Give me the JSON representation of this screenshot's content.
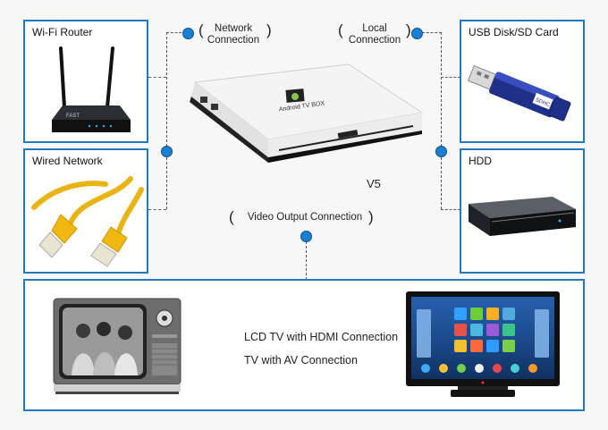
{
  "panels": {
    "wifi_router": "Wi-Fi Router",
    "wired_network": "Wired Network",
    "usb_disk": "USB Disk/SD Card",
    "hdd": "HDD"
  },
  "connections": {
    "network_line1": "Network",
    "network_line2": "Connection",
    "local_line1": "Local",
    "local_line2": "Connection",
    "video_output": "Video Output Connection"
  },
  "device": {
    "model": "V5",
    "box_label": "Android TV BOX"
  },
  "router_brand": "FAST",
  "usb_brand": "SDHC",
  "bottom": {
    "lcd_tv": "LCD TV with HDMI Connection",
    "av_tv": "TV with AV Connection"
  },
  "colors": {
    "panel_border": "#1f7ac4",
    "dot": "#1a7fd1",
    "cable": "#e8b315"
  }
}
